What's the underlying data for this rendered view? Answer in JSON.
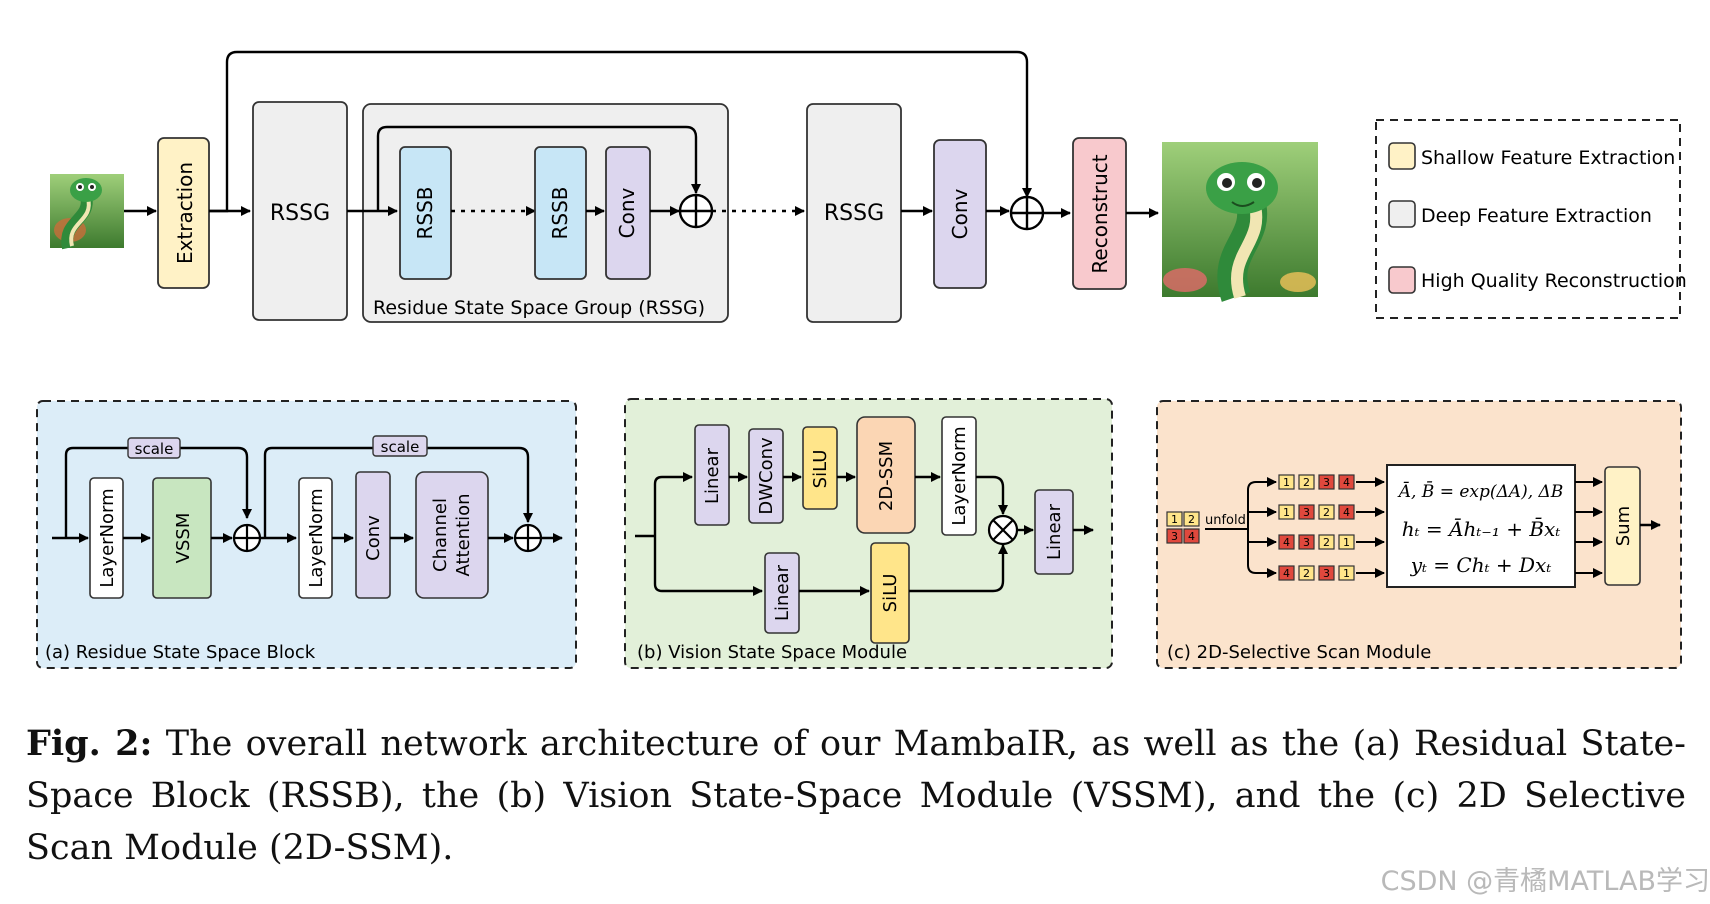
{
  "top": {
    "extraction": "Extraction",
    "rssg_1": "RSSG",
    "rssb_1": "RSSB",
    "rssb_2": "RSSB",
    "conv_in_group": "Conv",
    "group_label": "Residue State Space Group (RSSG)",
    "rssg_2": "RSSG",
    "conv": "Conv",
    "reconstruct": "Reconstruct"
  },
  "legend": {
    "items": [
      {
        "label": "Shallow Feature Extraction",
        "color": "#fff2c6"
      },
      {
        "label": "Deep Feature Extraction",
        "color": "#efefef"
      },
      {
        "label": "High Quality Reconstruction",
        "color": "#f8c9cd"
      }
    ]
  },
  "panel_a": {
    "title": "(a) Residue State Space Block",
    "scale_1": "scale",
    "scale_2": "scale",
    "layernorm_1": "LayerNorm",
    "vssm": "VSSM",
    "layernorm_2": "LayerNorm",
    "conv": "Conv",
    "channel": "Channel",
    "attention": "Attention"
  },
  "panel_b": {
    "title": "(b) Vision State Space Module",
    "linear_1": "Linear",
    "dwconv": "DWConv",
    "silu_1": "SiLU",
    "ssm": "2D-SSM",
    "layernorm": "LayerNorm",
    "linear_2": "Linear",
    "silu_2": "SiLU",
    "linear_out": "Linear"
  },
  "panel_c": {
    "title": "(c) 2D-Selective Scan Module",
    "unfold": "unfold",
    "eq1": "Ā, B̄ = exp(ΔA), ΔB",
    "eq2": "hₜ = Āhₜ₋₁ + B̄xₜ",
    "eq3": "yₜ = Chₜ + Dxₜ",
    "sum": "Sum",
    "grid": [
      "1",
      "2",
      "3",
      "4"
    ],
    "seq_1": [
      "1",
      "2",
      "3",
      "4"
    ],
    "seq_2": [
      "1",
      "3",
      "2",
      "4"
    ],
    "seq_3": [
      "4",
      "3",
      "2",
      "1"
    ],
    "seq_4": [
      "4",
      "2",
      "3",
      "1"
    ]
  },
  "caption": {
    "fig_label": "Fig. 2:",
    "text": "The overall network architecture of our MambaIR, as well as the (a) Residual State-Space Block (RSSB), the (b) Vision State-Space Module (VSSM), and the (c) 2D Selective Scan Module (2D-SSM)."
  },
  "watermark": "CSDN @青橘MATLAB学习"
}
